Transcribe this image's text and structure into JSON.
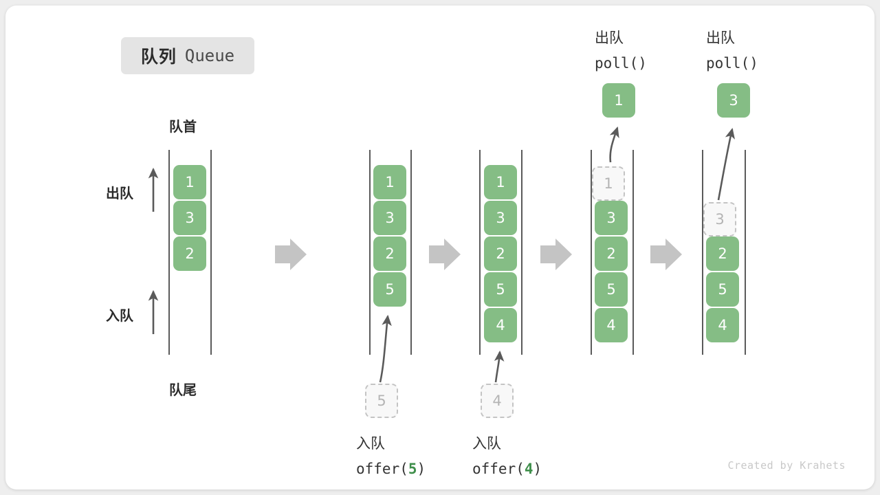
{
  "title": {
    "cn": "队列",
    "en": "Queue"
  },
  "labels": {
    "head": "队首",
    "tail": "队尾",
    "dequeue": "出队",
    "enqueue": "入队"
  },
  "colors": {
    "element_green": "#85bd85",
    "ghost_fill": "#f8f8f8",
    "ghost_border": "#c4c4c4",
    "rail": "#5a5a5a",
    "flow_arrow": "#c4c4c4",
    "badge_bg": "#e4e4e4",
    "code_accent": "#3f8f4b"
  },
  "columns": [
    {
      "name": "initial-queue",
      "items": [
        "1",
        "3",
        "2"
      ],
      "ghost_top": null,
      "ghost_bottom": null,
      "popped": null,
      "caption": null
    },
    {
      "name": "after-offer-5",
      "items": [
        "1",
        "3",
        "2",
        "5"
      ],
      "ghost_top": null,
      "ghost_bottom": "5",
      "popped": null,
      "caption": {
        "cn": "入队",
        "code_prefix": "offer(",
        "code_num": "5",
        "code_suffix": ")"
      }
    },
    {
      "name": "after-offer-4",
      "items": [
        "1",
        "3",
        "2",
        "5",
        "4"
      ],
      "ghost_top": null,
      "ghost_bottom": "4",
      "popped": null,
      "caption": {
        "cn": "入队",
        "code_prefix": "offer(",
        "code_num": "4",
        "code_suffix": ")"
      }
    },
    {
      "name": "after-poll-1",
      "items": [
        "3",
        "2",
        "5",
        "4"
      ],
      "ghost_top": "1",
      "ghost_bottom": null,
      "popped": "1",
      "caption": {
        "cn": "出队",
        "code_prefix": "poll(",
        "code_num": "",
        "code_suffix": ")"
      }
    },
    {
      "name": "after-poll-3",
      "items": [
        "2",
        "5",
        "4"
      ],
      "ghost_top": "3",
      "ghost_bottom": null,
      "popped": "3",
      "caption": {
        "cn": "出队",
        "code_prefix": "poll(",
        "code_num": "",
        "code_suffix": ")"
      }
    }
  ],
  "credit": "Created by Krahets"
}
